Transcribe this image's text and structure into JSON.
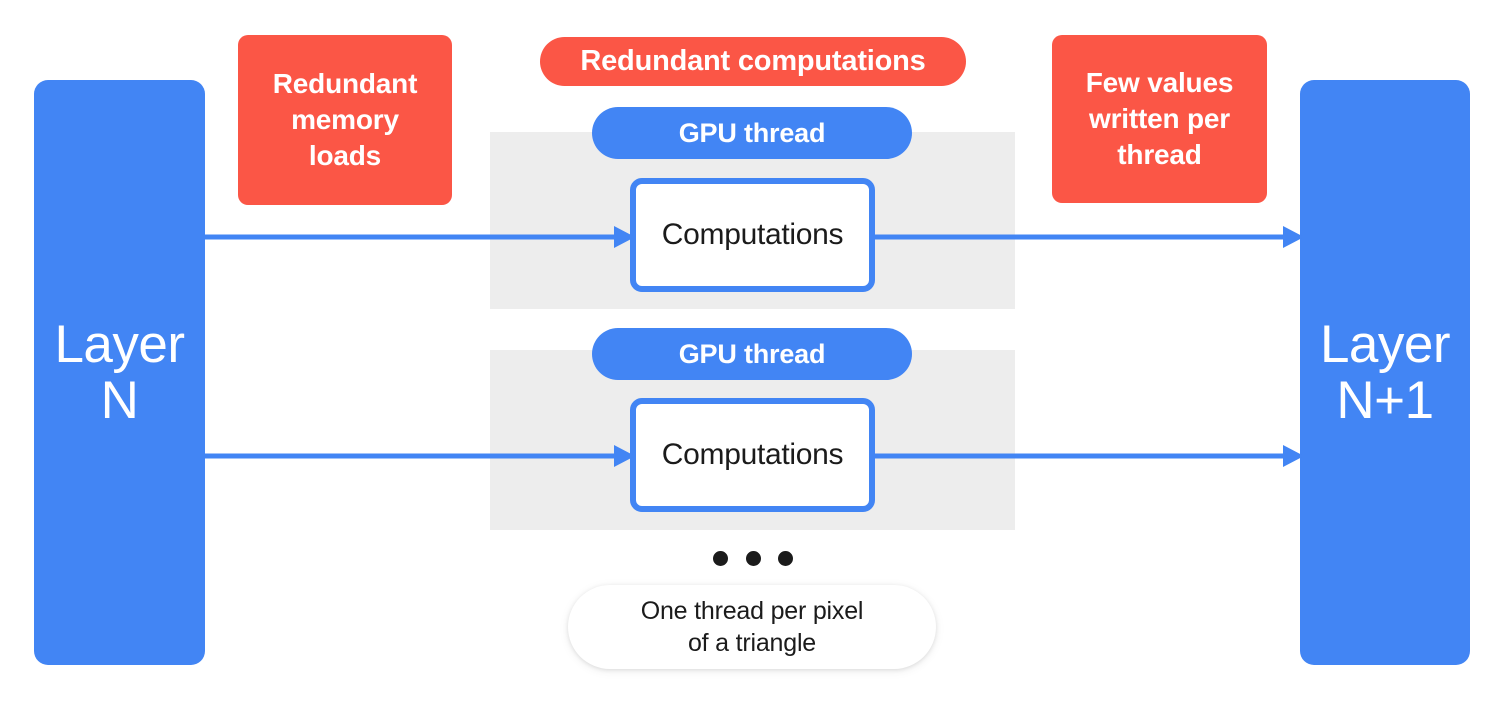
{
  "diagram": {
    "title": "GPU per-pixel thread dataflow between layers",
    "colors": {
      "blue": "#4285F4",
      "red": "#FB5646",
      "band_gray": "#EDEDED",
      "text_dark": "#1b1b1b",
      "white": "#ffffff"
    },
    "layers": {
      "input": {
        "label": "Layer\nN"
      },
      "output": {
        "label": "Layer\nN+1"
      }
    },
    "callouts": [
      {
        "id": "memory-loads",
        "label": "Redundant\nmemory\nloads",
        "shape": "rounded-box"
      },
      {
        "id": "redundant-computations",
        "label": "Redundant computations",
        "shape": "pill"
      },
      {
        "id": "few-values",
        "label": "Few values\nwritten per\nthread",
        "shape": "rounded-box"
      }
    ],
    "threads": [
      {
        "pill_label": "GPU thread",
        "box_label": "Computations"
      },
      {
        "pill_label": "GPU thread",
        "box_label": "Computations"
      }
    ],
    "ellipsis": {
      "dot_count": 3,
      "meaning": "more threads"
    },
    "note": {
      "label": "One thread per pixel\nof a triangle"
    },
    "arrows": {
      "inbound_count": 2,
      "outbound_count": 2,
      "direction": "left-to-right"
    }
  }
}
